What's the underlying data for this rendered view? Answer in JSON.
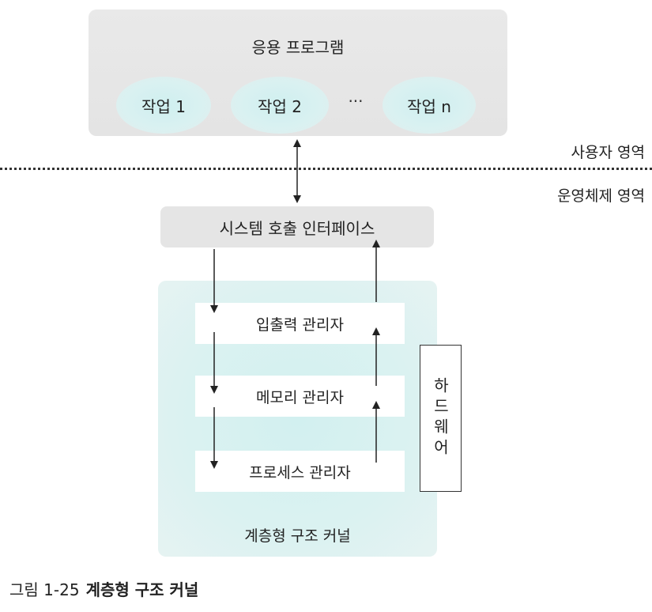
{
  "app_program": {
    "title": "응용 프로그램",
    "tasks": [
      "작업 1",
      "작업 2",
      "작업 n"
    ],
    "ellipsis": "···"
  },
  "regions": {
    "user": "사용자 영역",
    "os": "운영체제 영역"
  },
  "syscall_interface": "시스템 호출 인터페이스",
  "kernel": {
    "managers": [
      "입출력 관리자",
      "메모리 관리자",
      "프로세스 관리자"
    ],
    "caption": "계층형 구조 커널"
  },
  "hardware": "하드웨어",
  "figure": {
    "number": "그림 1-25",
    "title": "계층형 구조 커널"
  }
}
